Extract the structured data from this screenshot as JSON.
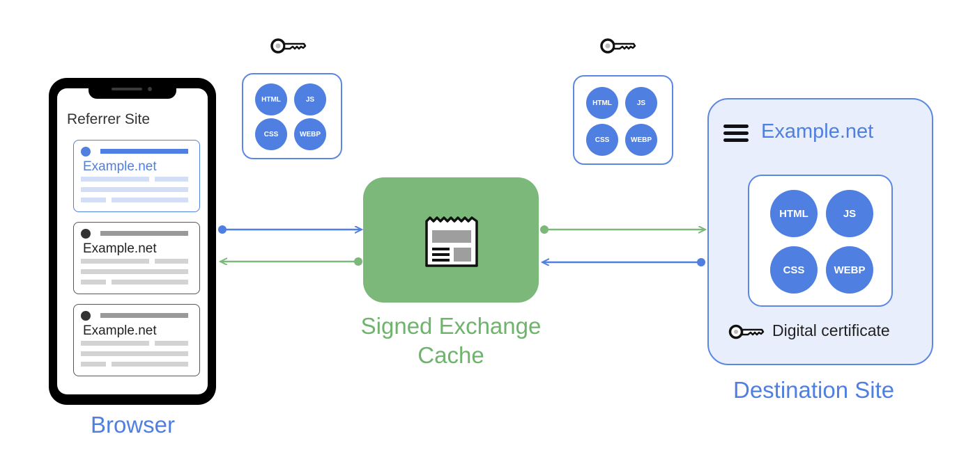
{
  "browser": {
    "label": "Browser",
    "referrer_title": "Referrer Site",
    "cards": [
      {
        "title": "Example.net",
        "highlighted": true
      },
      {
        "title": "Example.net",
        "highlighted": false
      },
      {
        "title": "Example.net",
        "highlighted": false
      }
    ]
  },
  "bundles": {
    "left": {
      "items": [
        "HTML",
        "JS",
        "CSS",
        "WEBP"
      ],
      "icon": "key-icon"
    },
    "right": {
      "items": [
        "HTML",
        "JS",
        "CSS",
        "WEBP"
      ],
      "icon": "key-icon"
    }
  },
  "cache": {
    "label_line1": "Signed Exchange",
    "label_line2": "Cache",
    "icon": "signed-document-icon"
  },
  "destination": {
    "title": "Example.net",
    "menu_icon": "hamburger-menu-icon",
    "items": [
      "HTML",
      "JS",
      "CSS",
      "WEBP"
    ],
    "certificate_label": "Digital certificate",
    "label": "Destination Site"
  },
  "colors": {
    "blue": "#4f7fe0",
    "green": "#7cb879",
    "green_text": "#6fb36d",
    "dest_bg": "#e8eefb"
  }
}
